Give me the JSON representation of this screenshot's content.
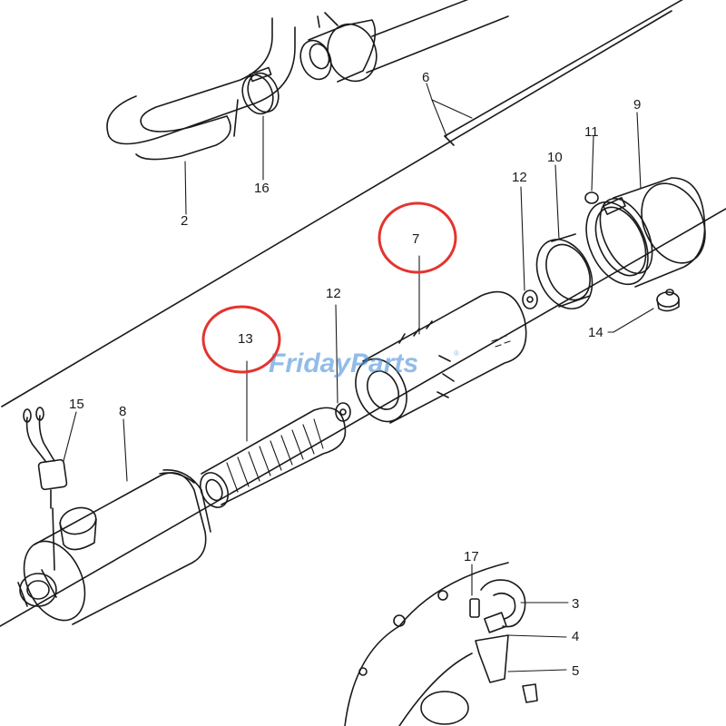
{
  "watermark": {
    "text": "FridayParts",
    "mark": "®"
  },
  "parts": {
    "p2": "2",
    "p3": "3",
    "p4": "4",
    "p5": "5",
    "p6": "6",
    "p7": "7",
    "p8": "8",
    "p9": "9",
    "p10": "10",
    "p11": "11",
    "p12a": "12",
    "p12b": "12",
    "p13": "13",
    "p14": "14",
    "p15": "15",
    "p16": "16",
    "p17": "17"
  },
  "colors": {
    "callout": "#e3342f",
    "watermark": "#4a90d9",
    "line": "#1a1a1a"
  }
}
